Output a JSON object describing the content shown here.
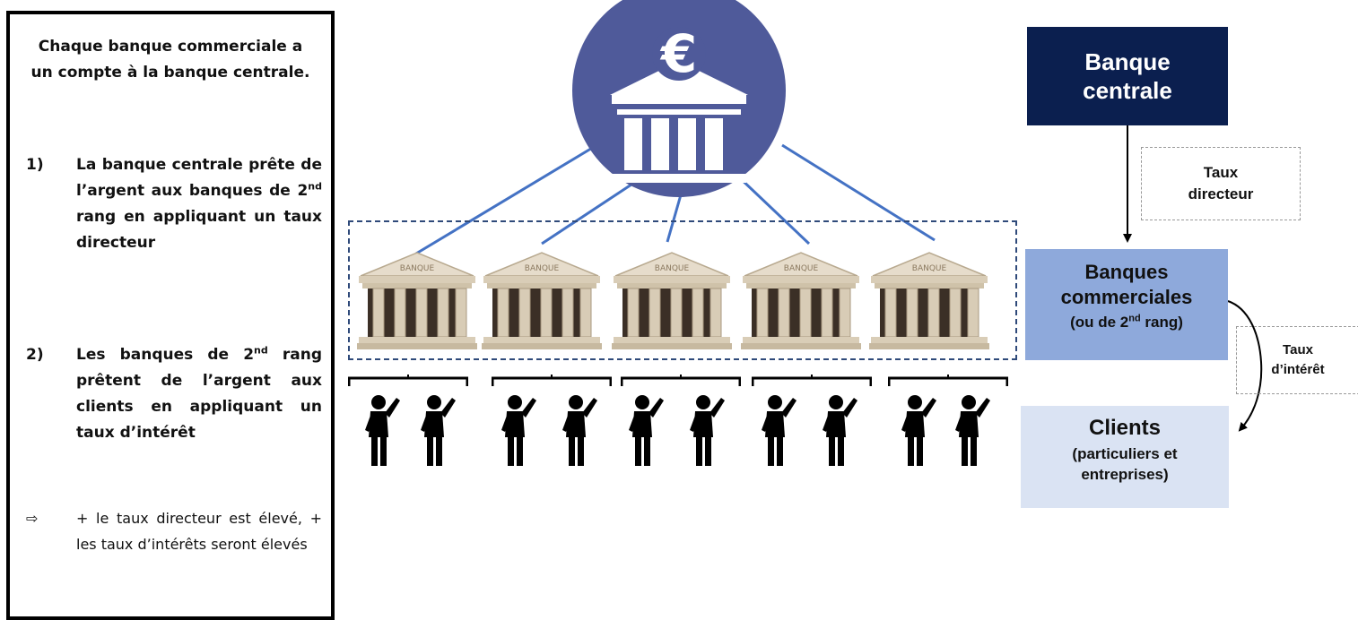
{
  "explanation": {
    "title": "Chaque banque commerciale a un compte à la banque centrale.",
    "step1": {
      "num": "1)",
      "text_a": "La banque centrale prête de l’argent aux banques de 2",
      "sup": "nd",
      "text_b": " rang en appliquant un taux directeur"
    },
    "step2": {
      "num": "2)",
      "text_a": "Les banques de 2",
      "sup": "nd",
      "text_b": " rang prêtent de l’argent aux clients en appliquant un taux d’intérêt"
    },
    "conclusion": {
      "arrow": "⇨",
      "text": "+ le taux directeur est élevé, + les taux d’intérêts seront élevés"
    }
  },
  "illustration": {
    "central_bank_symbol": "€",
    "bank_sign": "BANQUE",
    "bank_count": 5,
    "people_count": 10
  },
  "flow": {
    "central_bank": {
      "line1": "Banque",
      "line2": "centrale"
    },
    "policy_rate": {
      "line1": "Taux",
      "line2": "directeur"
    },
    "commercial_banks": {
      "line1": "Banques",
      "line2": "commerciales",
      "line3a": "(ou de 2",
      "line3sup": "nd",
      "line3b": " rang)"
    },
    "interest_rate": {
      "line1": "Taux",
      "line2": "d’intérêt"
    },
    "clients": {
      "line1": "Clients",
      "line2": "(particuliers et",
      "line3": "entreprises)"
    }
  },
  "colors": {
    "central_box": "#0b1f4f",
    "commercial_box": "#8ea9db",
    "clients_box": "#dae3f3",
    "circle": "#4f5a9a",
    "connector": "#4472c4"
  },
  "icons": [
    "central-bank-building-icon",
    "euro-icon",
    "bank-building-icon",
    "person-raising-hand-icon",
    "arrow-down-icon",
    "curved-arrow-icon"
  ]
}
